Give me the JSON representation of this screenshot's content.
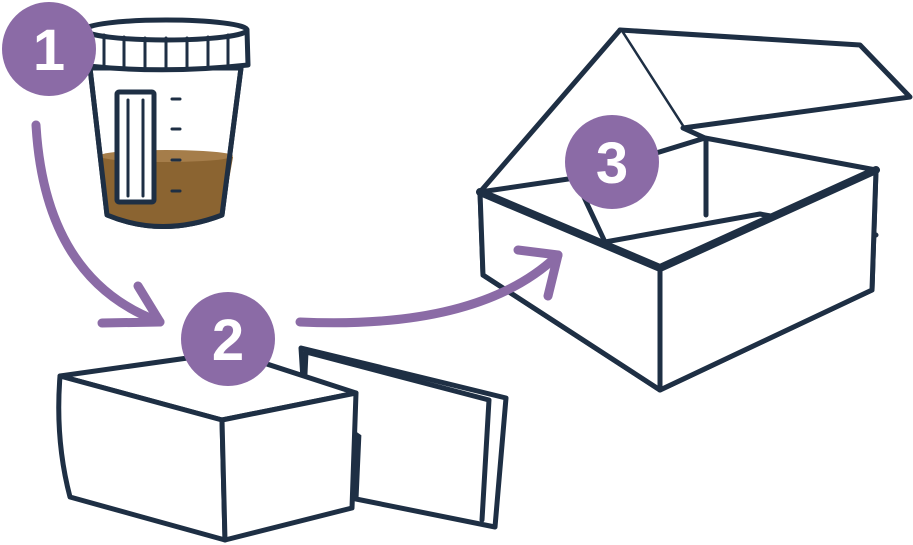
{
  "colors": {
    "outline": "#1e2f44",
    "accent": "#8b6ba6",
    "liquid": "#8b6431",
    "liquid_top": "#a57d4a",
    "background": "#ffffff",
    "badge_text": "#ffffff"
  },
  "steps": [
    {
      "number": "1",
      "item": "specimen-cup-icon"
    },
    {
      "number": "2",
      "item": "closed-box-with-lid-icon"
    },
    {
      "number": "3",
      "item": "open-shipping-box-icon"
    }
  ]
}
